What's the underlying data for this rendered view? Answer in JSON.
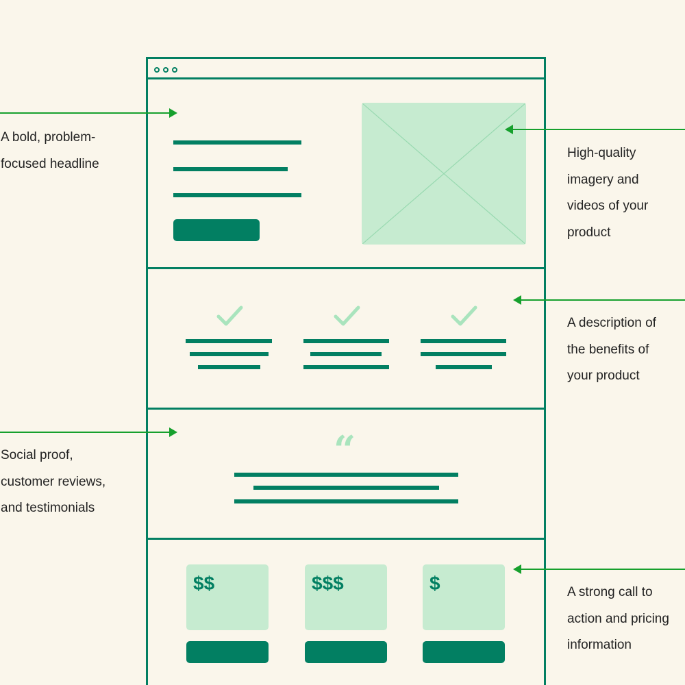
{
  "colors": {
    "background": "#faf6eb",
    "frame": "#027f62",
    "light_green": "#c6ebd0",
    "accent_light": "#a9e4bd",
    "arrow": "#16a02d",
    "text": "#222222"
  },
  "wireframe": {
    "window_dots": 3,
    "sections": [
      {
        "name": "hero",
        "elements": [
          "headline-lines",
          "cta-button",
          "image-placeholder"
        ]
      },
      {
        "name": "benefits",
        "elements": [
          "checkmark",
          "checkmark",
          "checkmark"
        ]
      },
      {
        "name": "social-proof",
        "quote_glyph": "“"
      },
      {
        "name": "pricing",
        "cards": [
          {
            "price_label": "$$"
          },
          {
            "price_label": "$$$"
          },
          {
            "price_label": "$"
          }
        ]
      }
    ]
  },
  "annotations": {
    "headline": {
      "side": "left",
      "lines": [
        "A bold, problem-",
        "focused headline"
      ]
    },
    "imagery": {
      "side": "right",
      "lines": [
        "High-quality",
        "imagery and",
        "videos of your",
        "product"
      ]
    },
    "benefits": {
      "side": "right",
      "lines": [
        "A description of",
        "the benefits of",
        "your product"
      ]
    },
    "social": {
      "side": "left",
      "lines": [
        "Social proof,",
        "customer reviews,",
        "and testimonials"
      ]
    },
    "cta": {
      "side": "right",
      "lines": [
        "A strong call to",
        "action and pricing",
        "information"
      ]
    }
  }
}
